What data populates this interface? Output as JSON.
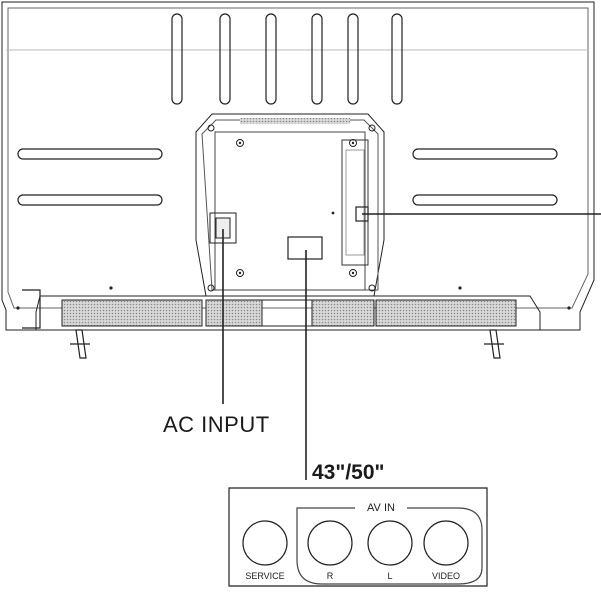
{
  "labels": {
    "ac_input": "AC INPUT",
    "model_sizes": "43\"/50\""
  },
  "panel": {
    "group_title": "AV IN",
    "jacks": [
      {
        "id": "service",
        "label": "SERVICE"
      },
      {
        "id": "r",
        "label": "R"
      },
      {
        "id": "l",
        "label": "L"
      },
      {
        "id": "video",
        "label": "VIDEO"
      }
    ]
  },
  "colors": {
    "line": "#222222",
    "vent": "#9a9a9a",
    "background": "#ffffff"
  }
}
